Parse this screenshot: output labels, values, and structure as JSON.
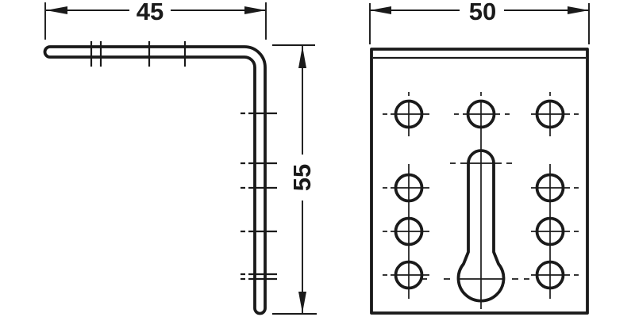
{
  "dimensions": {
    "side_view_width": "45",
    "side_view_height": "55",
    "front_view_width": "50"
  },
  "colors": {
    "line": "#1a1a1a",
    "background": "#ffffff"
  }
}
